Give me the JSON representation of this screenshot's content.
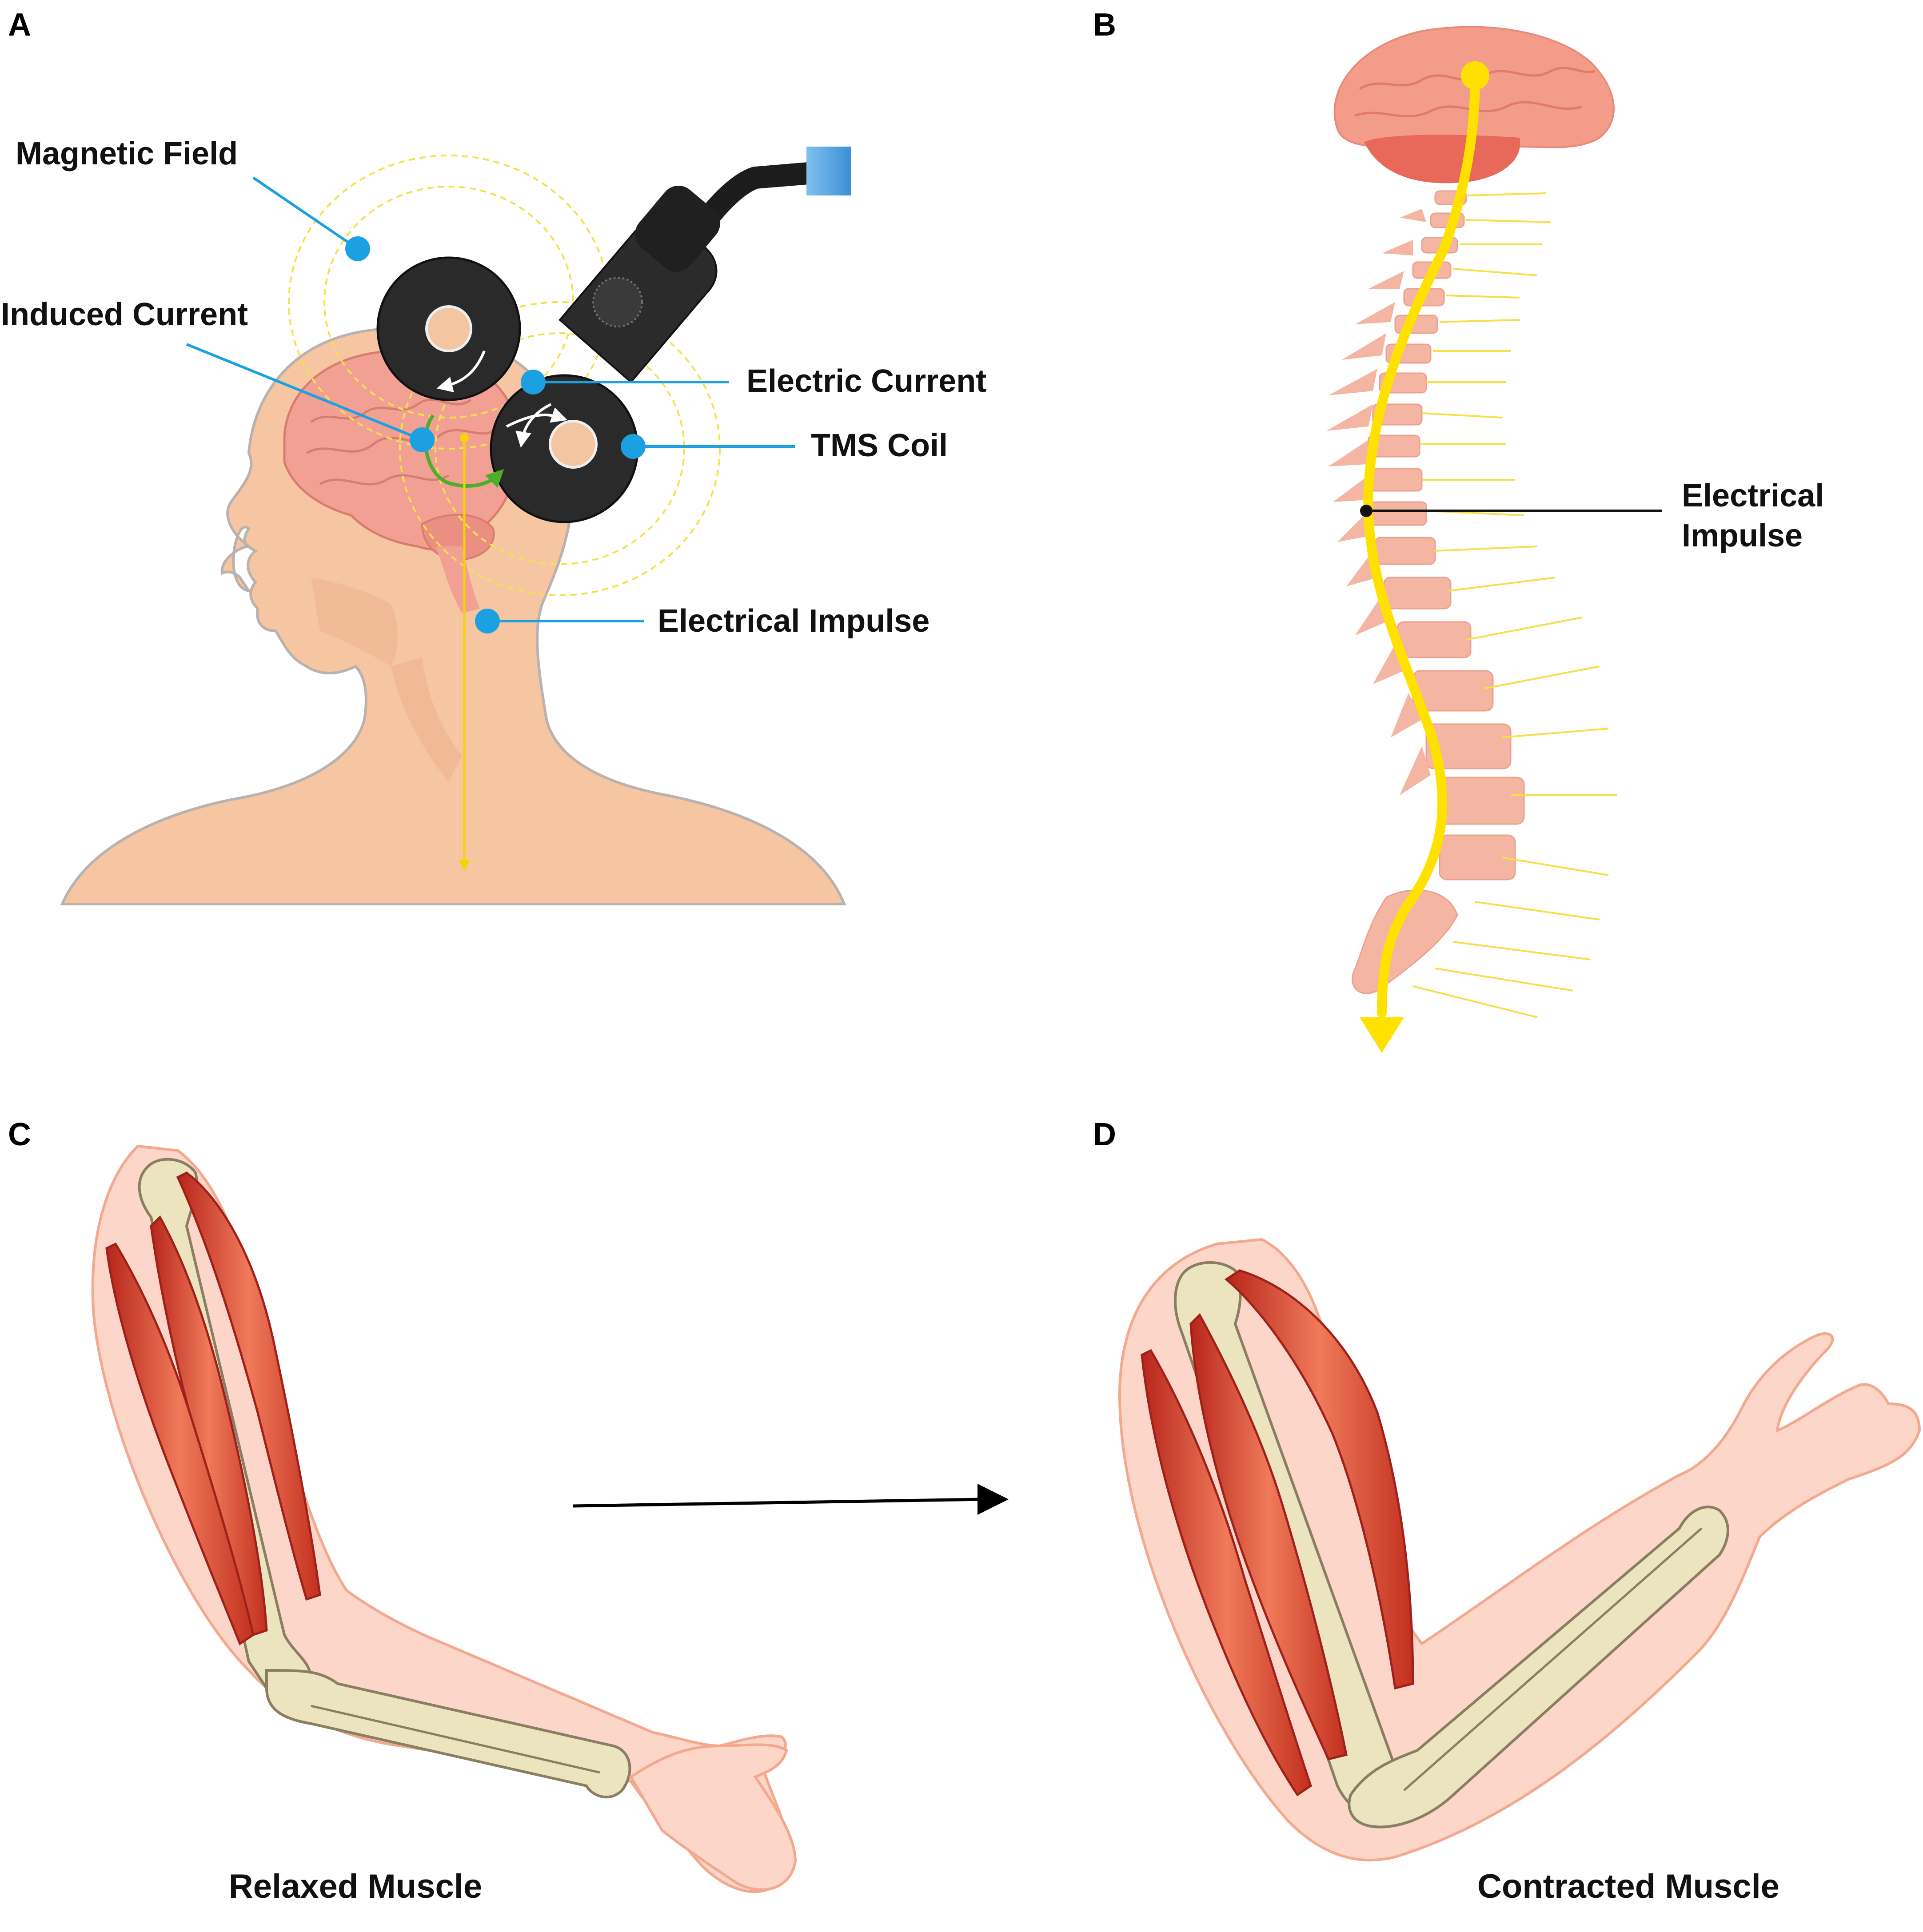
{
  "panels": {
    "a": {
      "letter": "A"
    },
    "b": {
      "letter": "B"
    },
    "c": {
      "letter": "C"
    },
    "d": {
      "letter": "D"
    }
  },
  "labels": {
    "magnetic_field": "Magnetic Field",
    "induced_current": "Induced Current",
    "electric_current": "Electric Current",
    "tms_coil": "TMS Coil",
    "electrical_impulse_a": "Electrical Impulse",
    "electrical_impulse_b_line1": "Electrical",
    "electrical_impulse_b_line2": "Impulse",
    "relaxed_muscle": "Relaxed Muscle",
    "contracted_muscle": "Contracted Muscle"
  },
  "colors": {
    "callout": "#1ba1e2",
    "skin": "#f7c7a3",
    "brain": "#f19b8a",
    "nerve": "#ffe100",
    "coil": "#2b2b2b",
    "muscle": "#d8432c",
    "bone": "#e8dfb8"
  }
}
